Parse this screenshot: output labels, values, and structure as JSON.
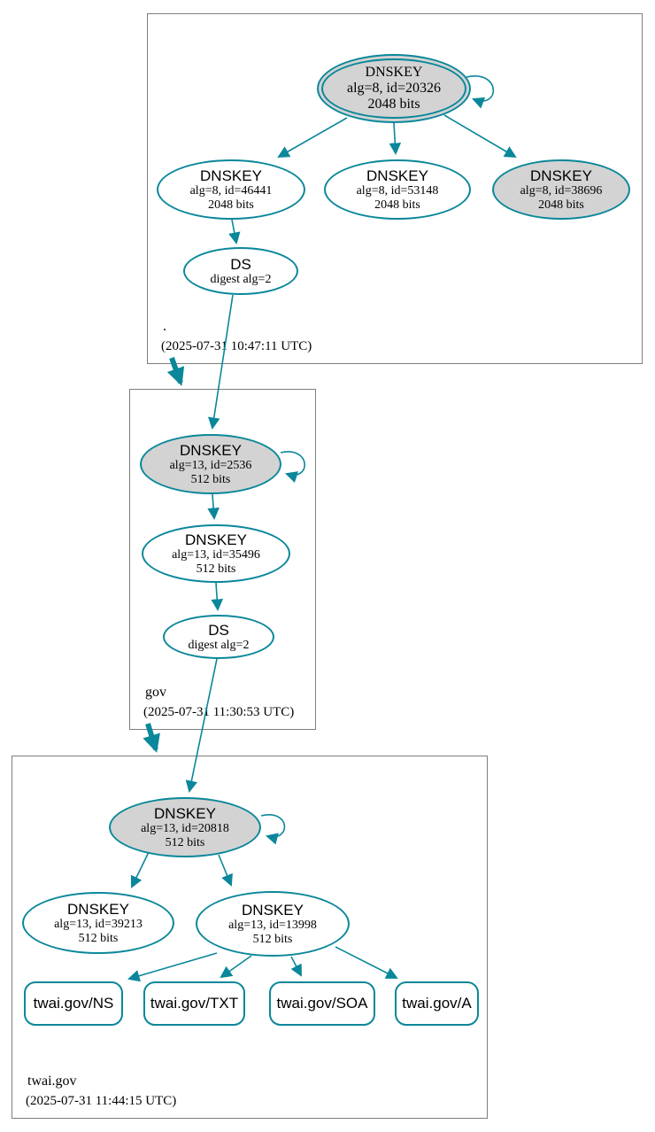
{
  "diagram_type": "dnssec-authentication-chain",
  "colors": {
    "edge_teal": "#0a879a",
    "ksk_fill_gray": "#d3d3d3",
    "node_fill_white": "#ffffff",
    "zone_border_gray": "#7e7e7e",
    "text_black": "#000000"
  },
  "zones": [
    {
      "name": ".",
      "timestamp": "(2025-07-31 10:47:11 UTC)"
    },
    {
      "name": "gov",
      "timestamp": "(2025-07-31 11:30:53 UTC)"
    },
    {
      "name": "twai.gov",
      "timestamp": "(2025-07-31 11:44:15 UTC)"
    }
  ],
  "nodes": {
    "root_ksk": {
      "type": "DNSKEY",
      "alg": "alg=8, id=20326",
      "bits": "2048 bits"
    },
    "root_key_46441": {
      "type": "DNSKEY",
      "alg": "alg=8, id=46441",
      "bits": "2048 bits"
    },
    "root_key_53148": {
      "type": "DNSKEY",
      "alg": "alg=8, id=53148",
      "bits": "2048 bits"
    },
    "root_key_38696": {
      "type": "DNSKEY",
      "alg": "alg=8, id=38696",
      "bits": "2048 bits"
    },
    "root_ds": {
      "type": "DS",
      "detail": "digest alg=2"
    },
    "gov_ksk": {
      "type": "DNSKEY",
      "alg": "alg=13, id=2536",
      "bits": "512 bits"
    },
    "gov_zsk": {
      "type": "DNSKEY",
      "alg": "alg=13, id=35496",
      "bits": "512 bits"
    },
    "gov_ds": {
      "type": "DS",
      "detail": "digest alg=2"
    },
    "twai_ksk": {
      "type": "DNSKEY",
      "alg": "alg=13, id=20818",
      "bits": "512 bits"
    },
    "twai_key_39213": {
      "type": "DNSKEY",
      "alg": "alg=13, id=39213",
      "bits": "512 bits"
    },
    "twai_zsk": {
      "type": "DNSKEY",
      "alg": "alg=13, id=13998",
      "bits": "512 bits"
    }
  },
  "rrsets": {
    "ns": "twai.gov/NS",
    "txt": "twai.gov/TXT",
    "soa": "twai.gov/SOA",
    "a": "twai.gov/A"
  }
}
